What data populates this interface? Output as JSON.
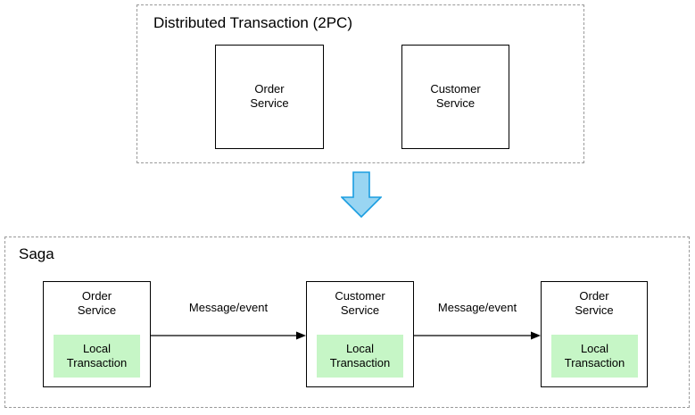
{
  "diagram": {
    "title_top": "Distributed Transaction (2PC)",
    "title_bottom": "Saga",
    "colors": {
      "local_transaction_fill": "#c6f6c6",
      "blue_arrow_fill": "#99d5f2",
      "blue_arrow_stroke": "#1a9de0",
      "box_stroke": "#000000",
      "group_stroke": "#9a9a9a",
      "background": "#ffffff"
    },
    "top_section": {
      "label": "Distributed Transaction (2PC)",
      "services": [
        {
          "name": "Order\nService"
        },
        {
          "name": "Customer\nService"
        }
      ]
    },
    "transition": {
      "icon": "down-block-arrow"
    },
    "bottom_section": {
      "label": "Saga",
      "services": [
        {
          "name": "Order\nService",
          "local_transaction": "Local\nTransaction"
        },
        {
          "name": "Customer\nService",
          "local_transaction": "Local\nTransaction"
        },
        {
          "name": "Order\nService",
          "local_transaction": "Local\nTransaction"
        }
      ],
      "connectors": [
        {
          "label": "Message/event"
        },
        {
          "label": "Message/event"
        }
      ]
    }
  }
}
